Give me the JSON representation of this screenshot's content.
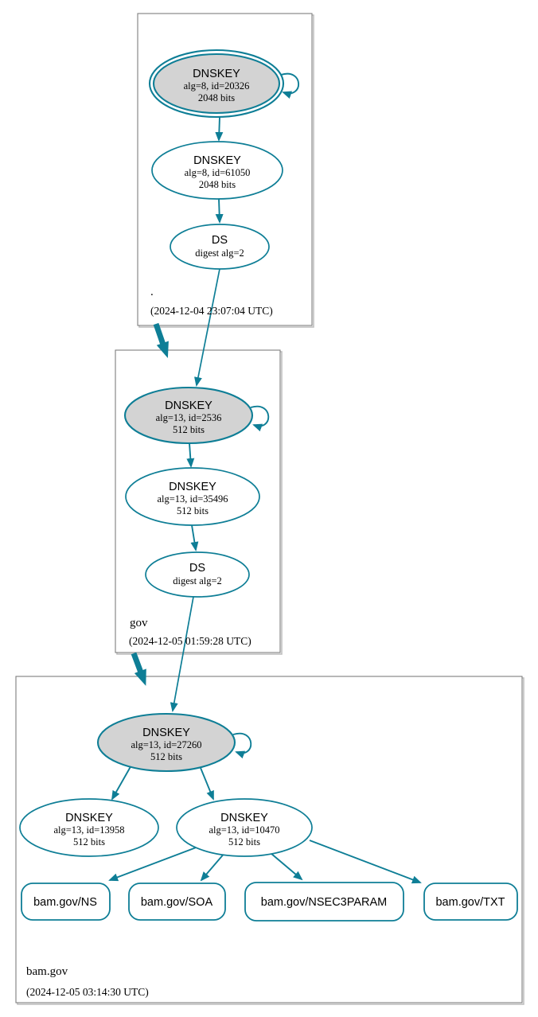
{
  "colors": {
    "edge_teal": "#0e7e96",
    "ksk_fill": "#d3d3d3",
    "node_fill": "#ffffff",
    "box_border": "#7f7f7f",
    "text": "#000000"
  },
  "zones": [
    {
      "label": ".",
      "timestamp": "(2024-12-04 23:07:04 UTC)",
      "nodes": {
        "ksk": {
          "title": "DNSKEY",
          "alg": "alg=8, id=20326",
          "bits": "2048 bits"
        },
        "zsk": {
          "title": "DNSKEY",
          "alg": "alg=8, id=61050",
          "bits": "2048 bits"
        },
        "ds": {
          "title": "DS",
          "alg": "digest alg=2"
        }
      }
    },
    {
      "label": "gov",
      "timestamp": "(2024-12-05 01:59:28 UTC)",
      "nodes": {
        "ksk": {
          "title": "DNSKEY",
          "alg": "alg=13, id=2536",
          "bits": "512 bits"
        },
        "zsk": {
          "title": "DNSKEY",
          "alg": "alg=13, id=35496",
          "bits": "512 bits"
        },
        "ds": {
          "title": "DS",
          "alg": "digest alg=2"
        }
      }
    },
    {
      "label": "bam.gov",
      "timestamp": "(2024-12-05 03:14:30 UTC)",
      "nodes": {
        "ksk": {
          "title": "DNSKEY",
          "alg": "alg=13, id=27260",
          "bits": "512 bits"
        },
        "zsk1": {
          "title": "DNSKEY",
          "alg": "alg=13, id=13958",
          "bits": "512 bits"
        },
        "zsk2": {
          "title": "DNSKEY",
          "alg": "alg=13, id=10470",
          "bits": "512 bits"
        },
        "rrsets": [
          {
            "label": "bam.gov/NS"
          },
          {
            "label": "bam.gov/SOA"
          },
          {
            "label": "bam.gov/NSEC3PARAM"
          },
          {
            "label": "bam.gov/TXT"
          }
        ]
      }
    }
  ]
}
